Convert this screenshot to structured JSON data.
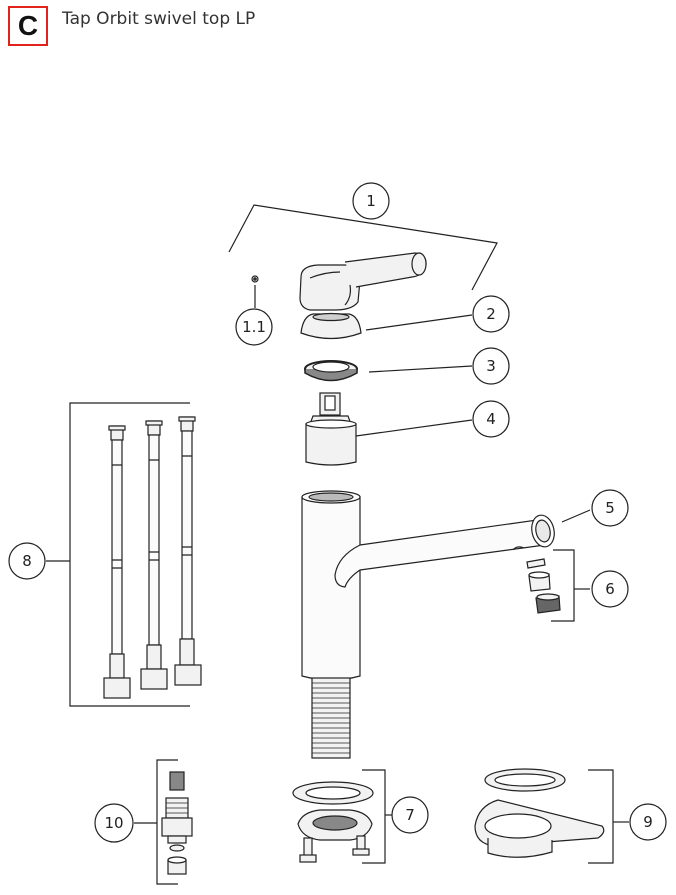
{
  "header": {
    "badge_letter": "C",
    "badge_color": "#e0241b",
    "title": "Tap Orbit swivel top LP"
  },
  "callouts": [
    {
      "id": "1",
      "label": "1"
    },
    {
      "id": "1.1",
      "label": "1.1"
    },
    {
      "id": "2",
      "label": "2"
    },
    {
      "id": "3",
      "label": "3"
    },
    {
      "id": "4",
      "label": "4"
    },
    {
      "id": "5",
      "label": "5"
    },
    {
      "id": "6",
      "label": "6"
    },
    {
      "id": "7",
      "label": "7"
    },
    {
      "id": "8",
      "label": "8"
    },
    {
      "id": "9",
      "label": "9"
    },
    {
      "id": "10",
      "label": "10"
    }
  ],
  "colors": {
    "line": "#222222",
    "part_fill": "#f2f2f2",
    "part_shade": "#cfcfcf",
    "dark": "#555555"
  }
}
